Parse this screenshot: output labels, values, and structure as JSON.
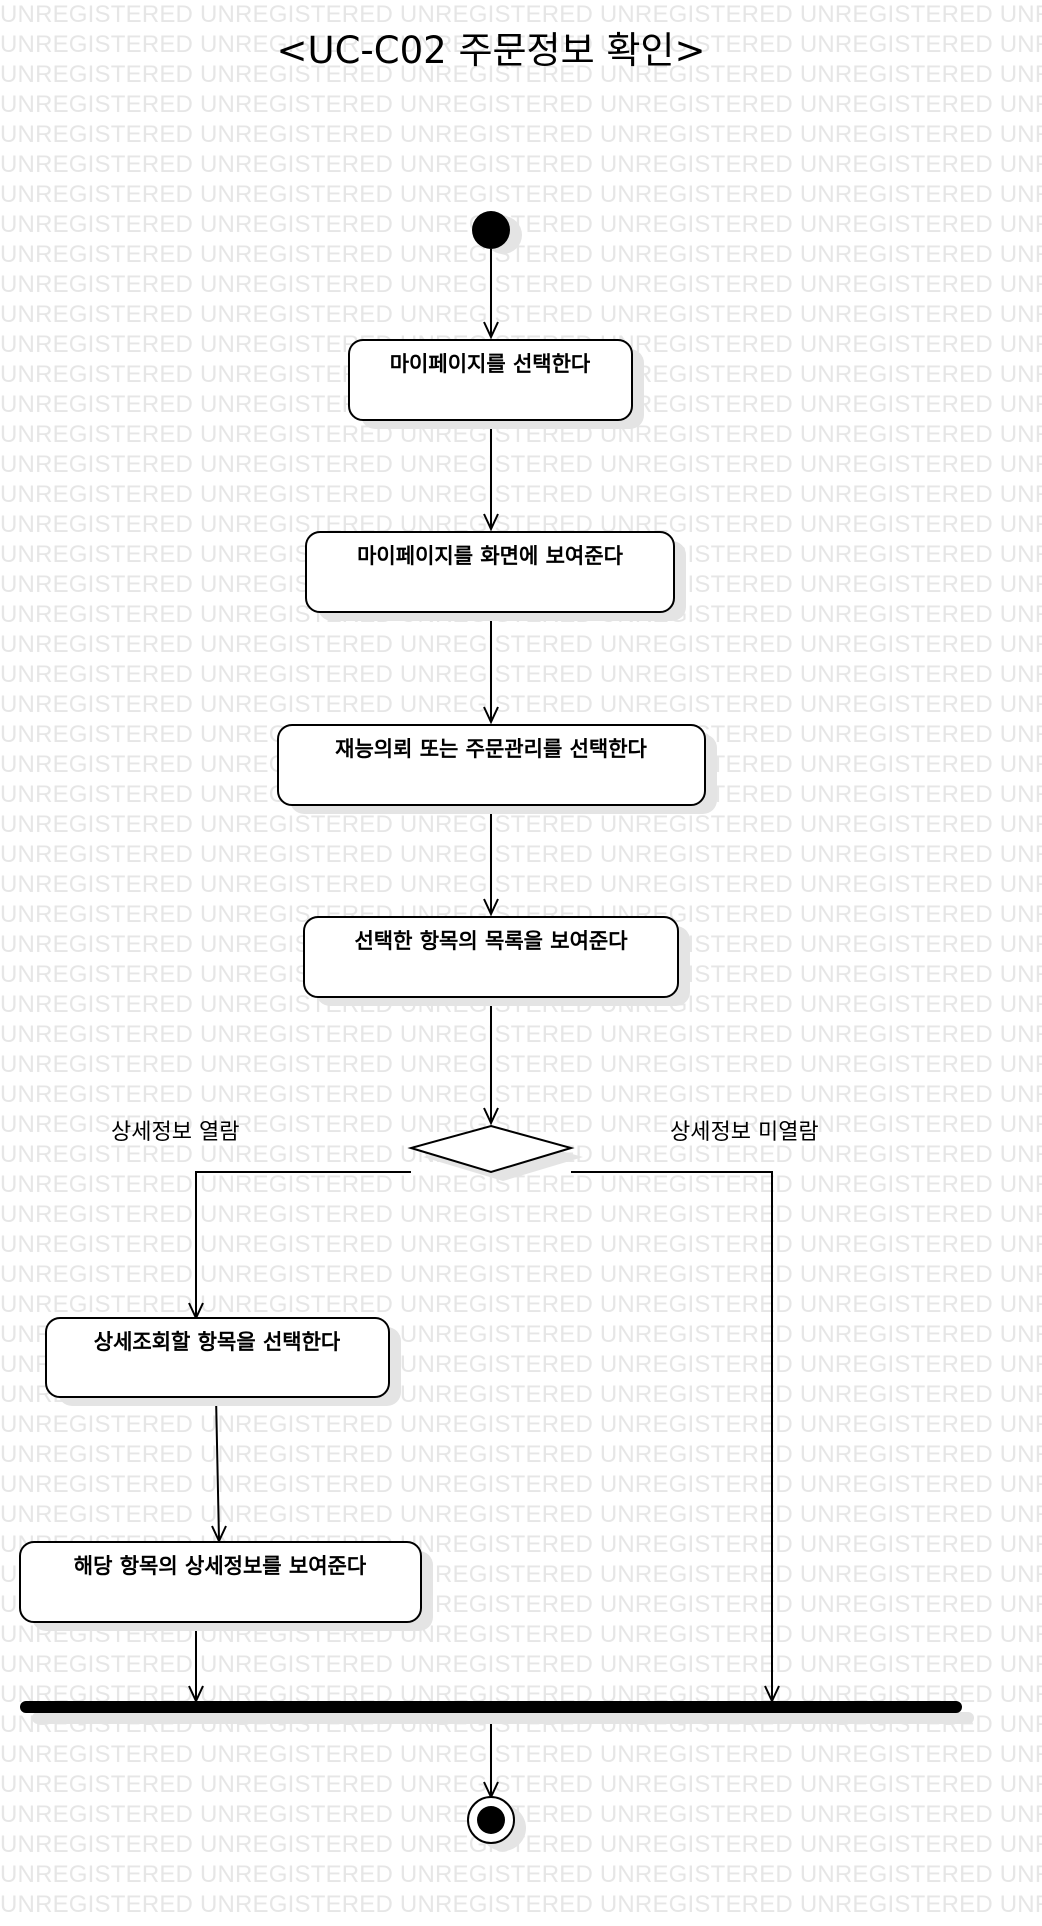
{
  "watermark": {
    "text": "UNREGISTERED"
  },
  "diagram": {
    "title": "<UC-C02 주문정보 확인>",
    "activities": {
      "select_mypage": "마이페이지를 선택한다",
      "show_mypage": "마이페이지를 화면에 보여준다",
      "select_menu": "재능의뢰 또는 주문관리를 선택한다",
      "show_list": "선택한 항목의 목록을 보여준다",
      "select_detail_item": "상세조회할 항목을 선택한다",
      "show_detail": "해당 항목의 상세정보를 보여준다"
    },
    "guards": {
      "view_detail": "상세정보 열람",
      "no_detail": "상세정보 미열람"
    }
  }
}
